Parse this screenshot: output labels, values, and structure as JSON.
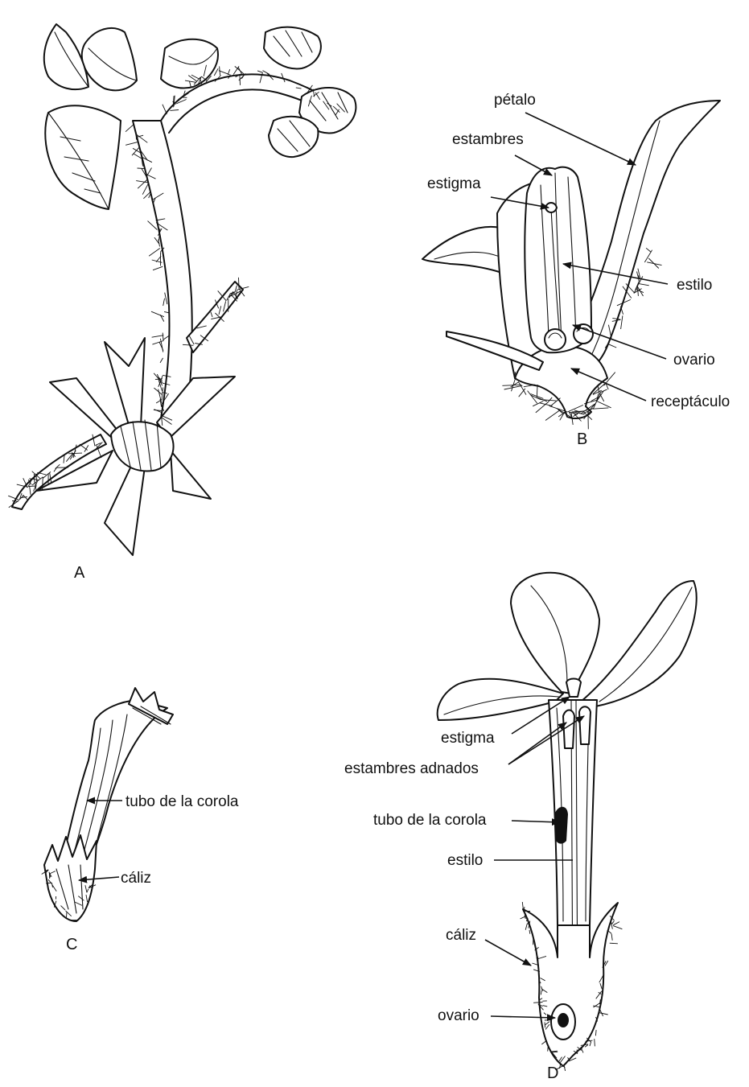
{
  "panels": {
    "a": {
      "letter": "A"
    },
    "b": {
      "letter": "B",
      "labels": {
        "petal": "pétalo",
        "stamens": "estambres",
        "stigma": "estigma",
        "style": "estilo",
        "ovary": "ovario",
        "receptacle": "receptáculo"
      }
    },
    "c": {
      "letter": "C",
      "labels": {
        "corolla_tube": "tubo de la corola",
        "calyx": "cáliz"
      }
    },
    "d": {
      "letter": "D",
      "labels": {
        "stigma": "estigma",
        "adnate_stamens": "estambres adnados",
        "corolla_tube": "tubo de la corola",
        "style": "estilo",
        "calyx": "cáliz",
        "ovary": "ovario"
      }
    }
  }
}
